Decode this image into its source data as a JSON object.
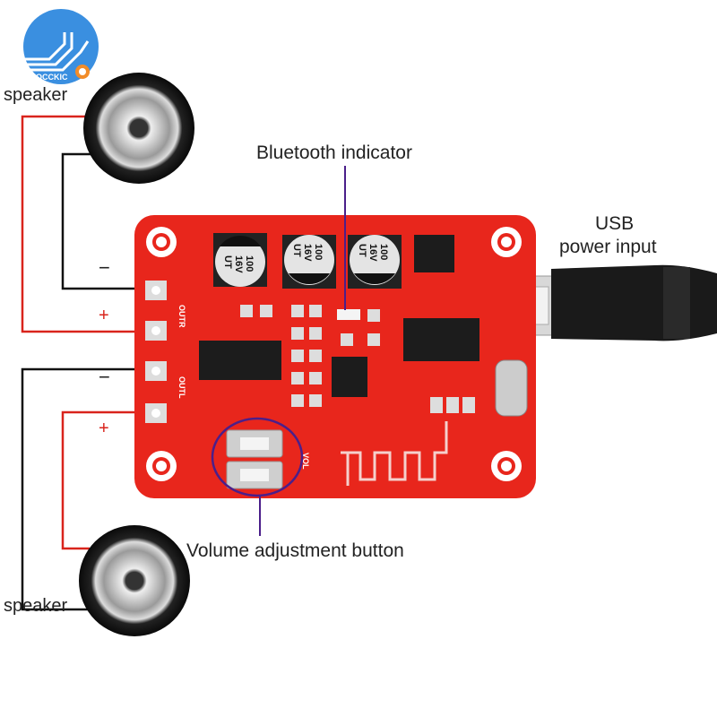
{
  "logo": {
    "text": "OCCKIC"
  },
  "labels": {
    "speaker_top": "speaker",
    "speaker_bottom": "speaker",
    "bluetooth_indicator": "Bluetooth indicator",
    "usb_line1": "USB",
    "usb_line2": "power input",
    "volume_button": "Volume adjustment button"
  },
  "polarity": {
    "r_minus": "−",
    "r_plus": "+",
    "l_minus": "−",
    "l_plus": "+"
  },
  "board": {
    "outr": "OUTR",
    "outl": "OUTL",
    "vol": "VOL",
    "capacitors": [
      {
        "line1": "100",
        "line2": "16V",
        "line3": "UT"
      },
      {
        "line1": "100",
        "line2": "16V",
        "line3": "UT"
      },
      {
        "line1": "100",
        "line2": "16V",
        "line3": "UT"
      }
    ]
  },
  "colors": {
    "pcb": "#e8261c",
    "wire_red": "#d9241c",
    "wire_black": "#111111",
    "callout": "#4b1f8a",
    "logo_blue": "#3a8fe0"
  }
}
